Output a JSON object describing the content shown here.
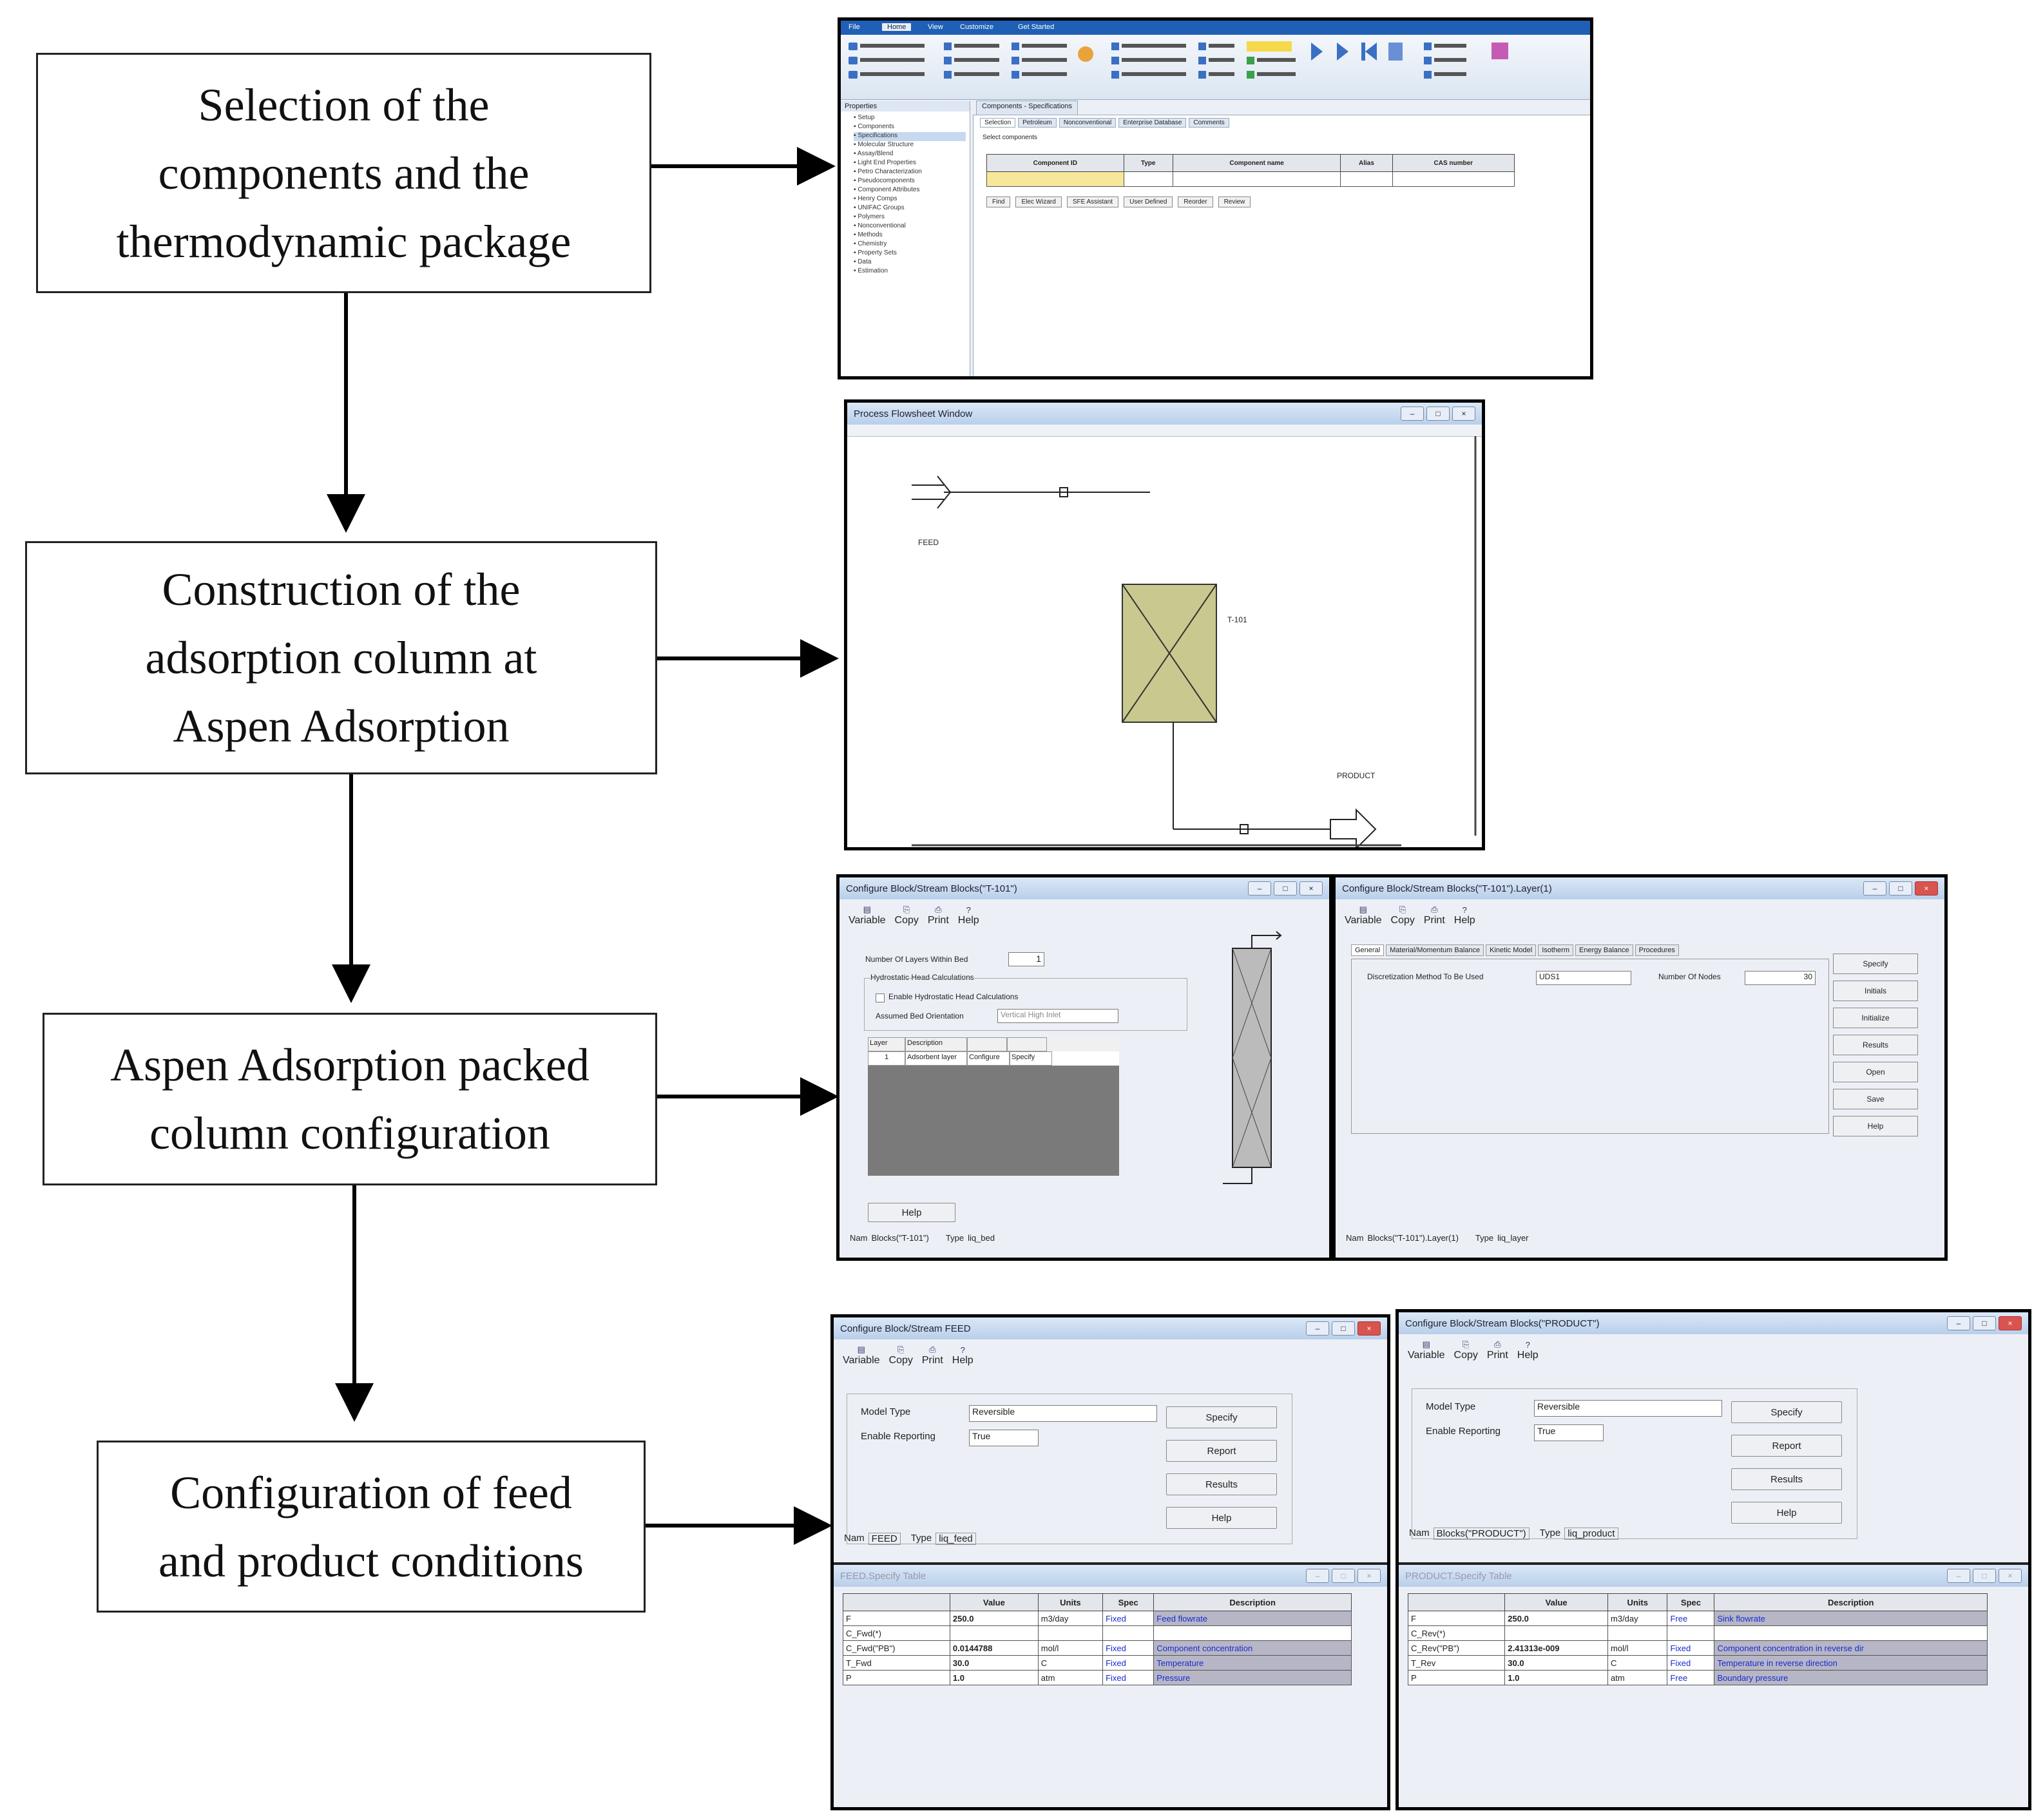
{
  "steps": [
    {
      "lines": [
        "Selection of the",
        "components and the",
        "thermodynamic package"
      ]
    },
    {
      "lines": [
        "Construction of the",
        "adsorption column at",
        "Aspen Adsorption"
      ]
    },
    {
      "lines": [
        "Aspen Adsorption packed",
        "column configuration"
      ]
    },
    {
      "lines": [
        "Configuration of feed",
        "and product conditions"
      ]
    }
  ],
  "colors": {
    "border": "#222222",
    "window_border": "#000000",
    "ribbon_blue": "#1f5fb5",
    "column_fill": "#c9c98f",
    "grey_grid": "#7a7a7a",
    "link_blue": "#1a2bd0",
    "close_red": "#d9534f"
  },
  "shot1": {
    "ribbon_tabs": [
      "File",
      "Home",
      "View",
      "Customize",
      "Get Started"
    ],
    "tab_title": "Components - Specifications",
    "subtabs": [
      "Selection",
      "Petroleum",
      "Nonconventional",
      "Enterprise Database",
      "Comments"
    ],
    "select_label": "Select components",
    "columns": [
      "Component ID",
      "Type",
      "Component name",
      "Alias",
      "CAS number"
    ],
    "buttons": [
      "Find",
      "Elec Wizard",
      "SFE Assistant",
      "User Defined",
      "Reorder",
      "Review"
    ],
    "nav_items": [
      "Setup",
      "Components",
      "Specifications",
      "Molecular Structure",
      "Assay/Blend",
      "Light End Properties",
      "Petro Characterization",
      "Pseudocomponents",
      "Component Attributes",
      "Henry Comps",
      "UNIFAC Groups",
      "Polymers",
      "Nonconventional",
      "Methods",
      "Chemistry",
      "Property Sets",
      "Data",
      "Estimation"
    ],
    "properties_label": "Properties"
  },
  "shot2": {
    "title": "Process Flowsheet Window",
    "feed_label": "FEED",
    "column_label": "T-101",
    "product_label": "PRODUCT"
  },
  "shot3a": {
    "title": "Configure Block/Stream Blocks(\"T-101\")",
    "toolbar": [
      "Variable",
      "Copy",
      "Print",
      "Help"
    ],
    "layers_label": "Number Of Layers Within Bed",
    "layers_value": "1",
    "hydro_group": "Hydrostatic Head Calculations",
    "hydro_check": "Enable Hydrostatic Head Calculations",
    "orient_label": "Assumed Bed Orientation",
    "orient_value": "Vertical High Inlet",
    "grid_headers": [
      "Layer",
      "Description"
    ],
    "grid_row": [
      "1",
      "Adsorbent layer",
      "Configure",
      "Specify"
    ],
    "help_btn": "Help",
    "name_label": "Nam",
    "name_value": "Blocks(\"T-101\")",
    "type_label": "Type",
    "type_value": "liq_bed"
  },
  "shot3b": {
    "title": "Configure Block/Stream Blocks(\"T-101\").Layer(1)",
    "toolbar": [
      "Variable",
      "Copy",
      "Print",
      "Help"
    ],
    "tabs": [
      "General",
      "Material/Momentum Balance",
      "Kinetic Model",
      "Isotherm",
      "Energy Balance",
      "Procedures"
    ],
    "disc_label": "Discretization Method To Be Used",
    "disc_value": "UDS1",
    "nodes_label": "Number Of Nodes",
    "nodes_value": "30",
    "side_buttons": [
      "Specify",
      "Initials",
      "Initialize",
      "Results",
      "Open",
      "Save",
      "Help"
    ],
    "name_label": "Nam",
    "name_value": "Blocks(\"T-101\").Layer(1)",
    "type_label": "Type",
    "type_value": "liq_layer"
  },
  "feed_cfg": {
    "title": "Configure Block/Stream FEED",
    "toolbar": [
      "Variable",
      "Copy",
      "Print",
      "Help"
    ],
    "model_label": "Model Type",
    "model_value": "Reversible",
    "report_label": "Enable Reporting",
    "report_value": "True",
    "buttons": [
      "Specify",
      "Report",
      "Results",
      "Help"
    ],
    "name_label": "Nam",
    "name_value": "FEED",
    "type_label": "Type",
    "type_value": "liq_feed"
  },
  "feed_table": {
    "title": "FEED.Specify Table",
    "headers": [
      "",
      "Value",
      "Units",
      "Spec",
      "Description"
    ],
    "rows": [
      [
        "F",
        "250.0",
        "m3/day",
        "Fixed",
        "Feed flowrate"
      ],
      [
        "C_Fwd(*)",
        "",
        "",
        "",
        ""
      ],
      [
        "C_Fwd(\"PB\")",
        "0.0144788",
        "mol/l",
        "Fixed",
        "Component concentration"
      ],
      [
        "T_Fwd",
        "30.0",
        "C",
        "Fixed",
        "Temperature"
      ],
      [
        "P",
        "1.0",
        "atm",
        "Fixed",
        "Pressure"
      ]
    ]
  },
  "product_cfg": {
    "title": "Configure Block/Stream Blocks(\"PRODUCT\")",
    "toolbar": [
      "Variable",
      "Copy",
      "Print",
      "Help"
    ],
    "model_label": "Model Type",
    "model_value": "Reversible",
    "report_label": "Enable Reporting",
    "report_value": "True",
    "buttons": [
      "Specify",
      "Report",
      "Results",
      "Help"
    ],
    "name_label": "Nam",
    "name_value": "Blocks(\"PRODUCT\")",
    "type_label": "Type",
    "type_value": "liq_product"
  },
  "product_table": {
    "title": "PRODUCT.Specify Table",
    "headers": [
      "",
      "Value",
      "Units",
      "Spec",
      "Description"
    ],
    "rows": [
      [
        "F",
        "250.0",
        "m3/day",
        "Free",
        "Sink flowrate"
      ],
      [
        "C_Rev(*)",
        "",
        "",
        "",
        ""
      ],
      [
        "C_Rev(\"PB\")",
        "2.41313e-009",
        "mol/l",
        "Fixed",
        "Component concentration in reverse dir"
      ],
      [
        "T_Rev",
        "30.0",
        "C",
        "Fixed",
        "Temperature in reverse direction"
      ],
      [
        "P",
        "1.0",
        "atm",
        "Free",
        "Boundary pressure"
      ]
    ]
  }
}
